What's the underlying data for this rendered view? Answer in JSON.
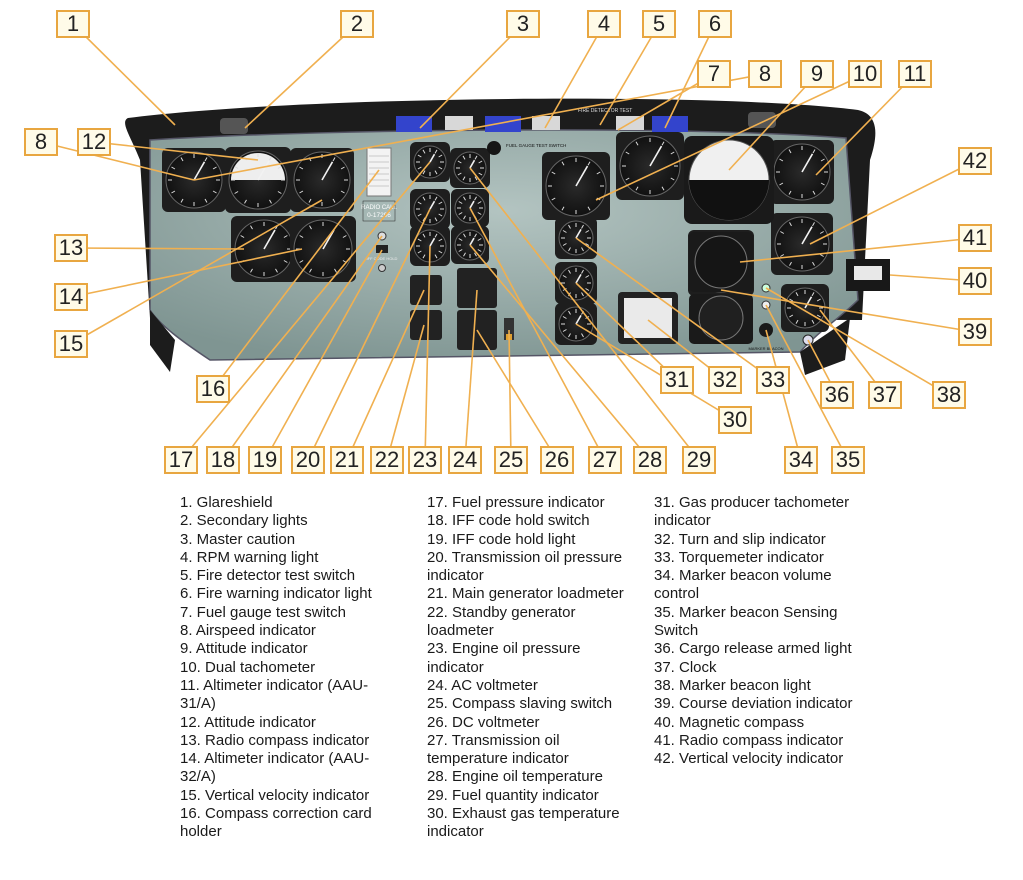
{
  "callouts": [
    "1",
    "2",
    "3",
    "4",
    "5",
    "6",
    "7",
    "8",
    "9",
    "10",
    "11",
    "12",
    "13",
    "14",
    "15",
    "16",
    "17",
    "18",
    "19",
    "20",
    "21",
    "22",
    "23",
    "24",
    "25",
    "26",
    "27",
    "28",
    "29",
    "30",
    "31",
    "32",
    "33",
    "34",
    "35",
    "36",
    "37",
    "38",
    "39",
    "40",
    "41",
    "42"
  ],
  "panel_labels": {
    "radio_call_title": "RADIO CALL",
    "radio_call_number": "0-17296",
    "fuel_gauge_test": "FUEL GAUGE TEST SWITCH",
    "fire_detector_test": "FIRE DETECTOR TEST",
    "marker_beacon": "MARKER BEACON",
    "iff_code_hold": "IFF CODE HOLD"
  },
  "legend": {
    "col1": [
      "1. Glareshield",
      "2. Secondary lights",
      "3. Master caution",
      "4. RPM  warning light",
      "5. Fire detector test switch",
      "6. Fire  warning indicator light",
      "7. Fuel gauge test switch",
      "8. Airspeed indicator",
      "9. Attitude indicator",
      "10. Dual tachometer",
      "11. Altimeter indicator (AAU-31/A)",
      "12. Attitude indicator",
      "13. Radio compass indicator",
      "14. Altimeter indicator (AAU-32/A)",
      "15. Vertical velocity indicator",
      "16. Compass correction card holder"
    ],
    "col2": [
      "17. Fuel pressure indicator",
      "18. IFF code hold switch",
      "19. IFF code hold light",
      "20. Transmission oil pressure indicator",
      "21. Main generator loadmeter",
      "22. Standby generator loadmeter",
      "23. Engine oil pressure indicator",
      "24. AC voltmeter",
      "25. Compass slaving switch",
      "26. DC voltmeter",
      "27. Transmission oil temperature indicator",
      "28. Engine oil temperature",
      "29. Fuel quantity indicator",
      "30. Exhaust gas temperature indicator"
    ],
    "col3": [
      "31. Gas producer tachometer indicator",
      "32. Turn and slip indicator",
      "33. Torquemeter indicator",
      "34. Marker beacon volume control",
      "35. Marker beacon Sensing Switch",
      "36. Cargo release armed light",
      "37. Clock",
      "38. Marker beacon light",
      "39. Course deviation indicator",
      "40. Magnetic compass",
      "41. Radio compass indicator",
      "42. Vertical velocity indicator"
    ]
  },
  "colors": {
    "panel": "#8fa3a0",
    "glareshield": "#1c1c1c",
    "callout_border": "#e8a640",
    "leader_line": "#f0b050",
    "warning_light": "#3344cc"
  }
}
